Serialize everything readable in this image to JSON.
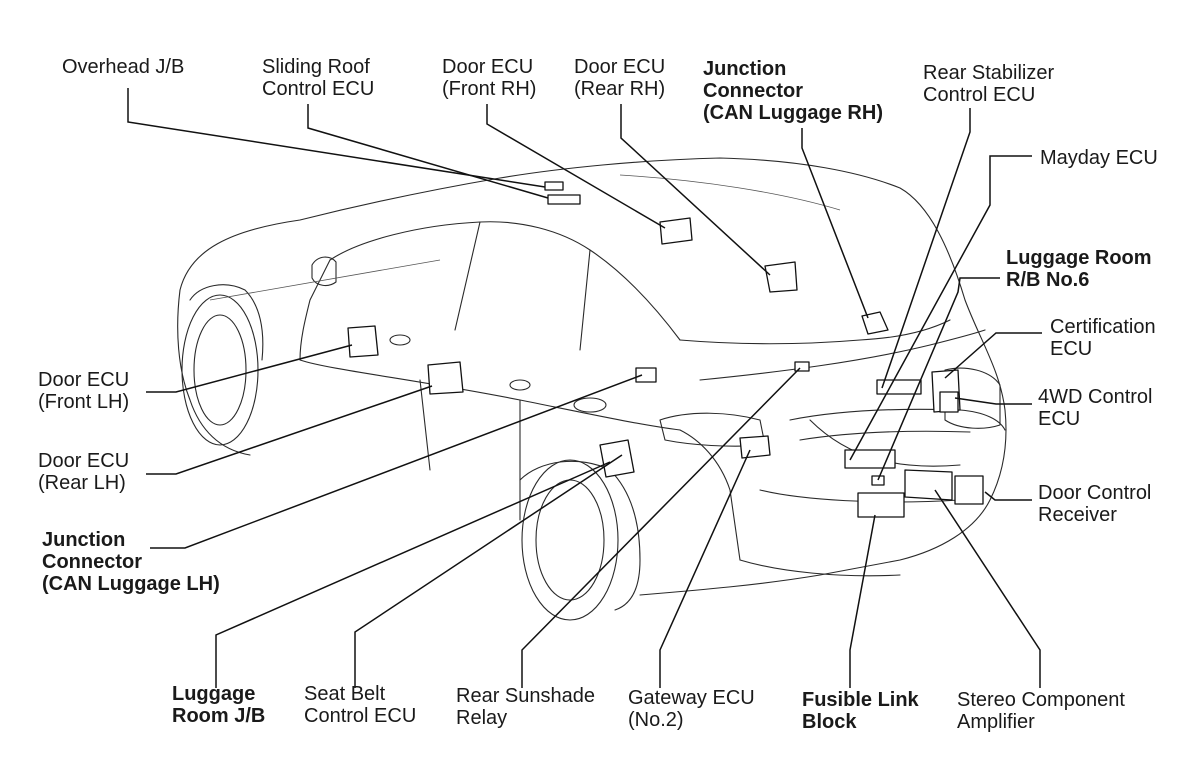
{
  "labels": {
    "overhead_jb": [
      "Overhead J/B"
    ],
    "sliding_roof": [
      "Sliding Roof",
      "Control ECU"
    ],
    "door_ecu_front_rh": [
      "Door ECU",
      "(Front RH)"
    ],
    "door_ecu_rear_rh": [
      "Door ECU",
      "(Rear RH)"
    ],
    "junction_can_rh": [
      "Junction",
      "Connector",
      "(CAN Luggage RH)"
    ],
    "rear_stabilizer": [
      "Rear Stabilizer",
      "Control ECU"
    ],
    "mayday_ecu": [
      "Mayday ECU"
    ],
    "luggage_rb6": [
      "Luggage Room",
      "R/B No.6"
    ],
    "certification_ecu": [
      "Certification",
      "ECU"
    ],
    "wd4_control": [
      "4WD Control",
      "ECU"
    ],
    "door_control_receiver": [
      "Door Control",
      "Receiver"
    ],
    "door_ecu_front_lh": [
      "Door ECU",
      "(Front LH)"
    ],
    "door_ecu_rear_lh": [
      "Door ECU",
      "(Rear LH)"
    ],
    "junction_can_lh": [
      "Junction",
      "Connector",
      "(CAN Luggage LH)"
    ],
    "luggage_jb": [
      "Luggage",
      "Room J/B"
    ],
    "seat_belt": [
      "Seat Belt",
      "Control ECU"
    ],
    "rear_sunshade": [
      "Rear Sunshade",
      "Relay"
    ],
    "gateway_ecu": [
      "Gateway ECU",
      "(No.2)"
    ],
    "fusible_link": [
      "Fusible Link",
      "Block"
    ],
    "stereo_amp": [
      "Stereo Component",
      "Amplifier"
    ]
  }
}
